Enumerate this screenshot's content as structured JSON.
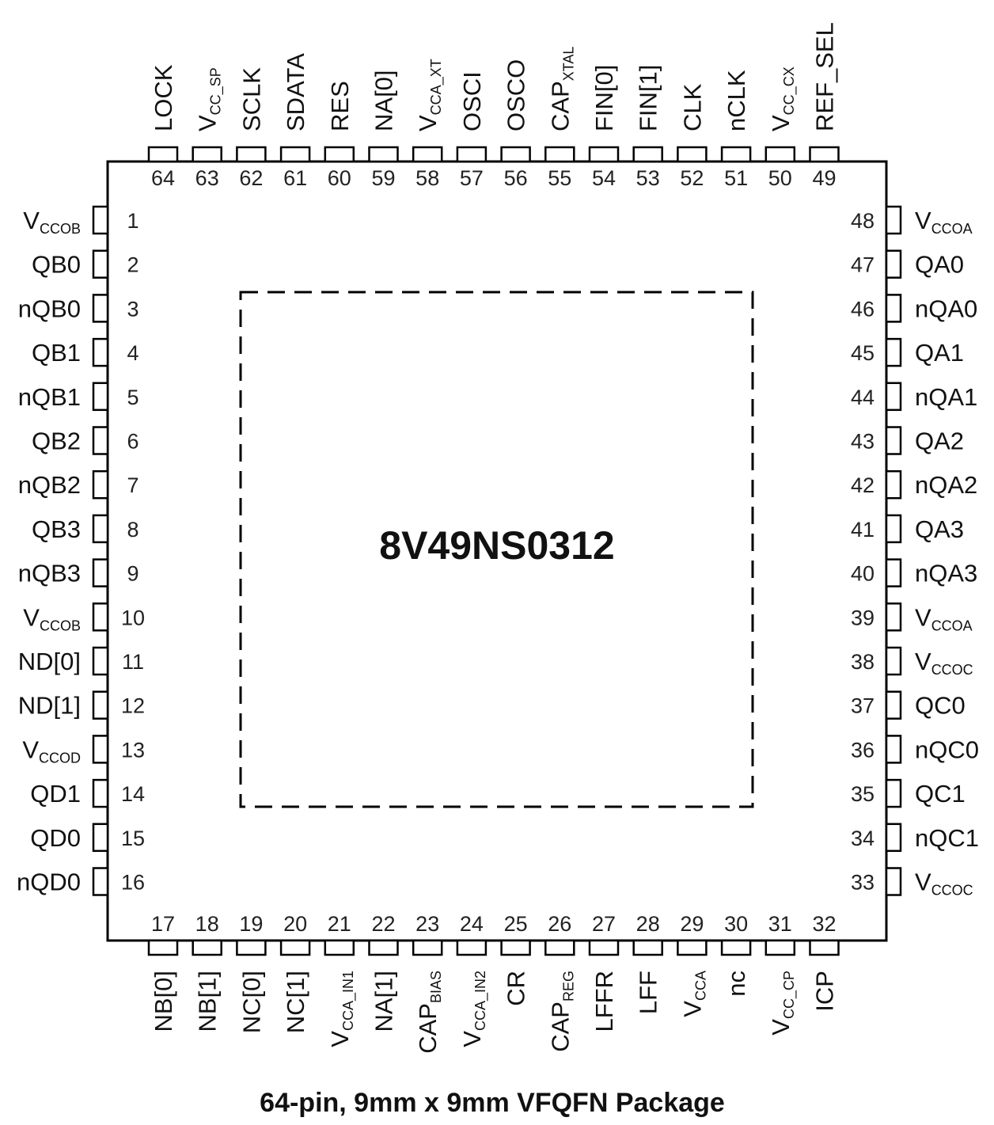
{
  "chip": {
    "name": "8V49NS0312",
    "caption": "64-pin, 9mm x 9mm VFQFN Package"
  },
  "pins": {
    "left": [
      {
        "num": "1",
        "label": "V",
        "sub": "CCOB"
      },
      {
        "num": "2",
        "label": "QB0",
        "sub": ""
      },
      {
        "num": "3",
        "label": "nQB0",
        "sub": ""
      },
      {
        "num": "4",
        "label": "QB1",
        "sub": ""
      },
      {
        "num": "5",
        "label": "nQB1",
        "sub": ""
      },
      {
        "num": "6",
        "label": "QB2",
        "sub": ""
      },
      {
        "num": "7",
        "label": "nQB2",
        "sub": ""
      },
      {
        "num": "8",
        "label": "QB3",
        "sub": ""
      },
      {
        "num": "9",
        "label": "nQB3",
        "sub": ""
      },
      {
        "num": "10",
        "label": "V",
        "sub": "CCOB"
      },
      {
        "num": "11",
        "label": "ND[0]",
        "sub": ""
      },
      {
        "num": "12",
        "label": "ND[1]",
        "sub": ""
      },
      {
        "num": "13",
        "label": "V",
        "sub": "CCOD"
      },
      {
        "num": "14",
        "label": "QD1",
        "sub": ""
      },
      {
        "num": "15",
        "label": "QD0",
        "sub": ""
      },
      {
        "num": "16",
        "label": "nQD0",
        "sub": ""
      }
    ],
    "bottom": [
      {
        "num": "17",
        "label": "NB[0]",
        "sub": ""
      },
      {
        "num": "18",
        "label": "NB[1]",
        "sub": ""
      },
      {
        "num": "19",
        "label": "NC[0]",
        "sub": ""
      },
      {
        "num": "20",
        "label": "NC[1]",
        "sub": ""
      },
      {
        "num": "21",
        "label": "V",
        "sub": "CCA_IN1"
      },
      {
        "num": "22",
        "label": "NA[1]",
        "sub": ""
      },
      {
        "num": "23",
        "label": "CAP",
        "sub": "BIAS"
      },
      {
        "num": "24",
        "label": "V",
        "sub": "CCA_IN2"
      },
      {
        "num": "25",
        "label": "CR",
        "sub": ""
      },
      {
        "num": "26",
        "label": "CAP",
        "sub": "REG"
      },
      {
        "num": "27",
        "label": "LFFR",
        "sub": ""
      },
      {
        "num": "28",
        "label": "LFF",
        "sub": ""
      },
      {
        "num": "29",
        "label": "V",
        "sub": "CCA"
      },
      {
        "num": "30",
        "label": "nc",
        "sub": ""
      },
      {
        "num": "31",
        "label": "V",
        "sub": "CC_CP"
      },
      {
        "num": "32",
        "label": "ICP",
        "sub": ""
      }
    ],
    "right": [
      {
        "num": "48",
        "label": "V",
        "sub": "CCOA"
      },
      {
        "num": "47",
        "label": "QA0",
        "sub": ""
      },
      {
        "num": "46",
        "label": "nQA0",
        "sub": ""
      },
      {
        "num": "45",
        "label": "QA1",
        "sub": ""
      },
      {
        "num": "44",
        "label": "nQA1",
        "sub": ""
      },
      {
        "num": "43",
        "label": "QA2",
        "sub": ""
      },
      {
        "num": "42",
        "label": "nQA2",
        "sub": ""
      },
      {
        "num": "41",
        "label": "QA3",
        "sub": ""
      },
      {
        "num": "40",
        "label": "nQA3",
        "sub": ""
      },
      {
        "num": "39",
        "label": "V",
        "sub": "CCOA"
      },
      {
        "num": "38",
        "label": "V",
        "sub": "CCOC"
      },
      {
        "num": "37",
        "label": "QC0",
        "sub": ""
      },
      {
        "num": "36",
        "label": "nQC0",
        "sub": ""
      },
      {
        "num": "35",
        "label": "QC1",
        "sub": ""
      },
      {
        "num": "34",
        "label": "nQC1",
        "sub": ""
      },
      {
        "num": "33",
        "label": "V",
        "sub": "CCOC"
      }
    ],
    "top": [
      {
        "num": "64",
        "label": "LOCK",
        "sub": ""
      },
      {
        "num": "63",
        "label": "V",
        "sub": "CC_SP"
      },
      {
        "num": "62",
        "label": "SCLK",
        "sub": ""
      },
      {
        "num": "61",
        "label": "SDATA",
        "sub": ""
      },
      {
        "num": "60",
        "label": "RES",
        "sub": ""
      },
      {
        "num": "59",
        "label": "NA[0]",
        "sub": ""
      },
      {
        "num": "58",
        "label": "V",
        "sub": "CCA_XT"
      },
      {
        "num": "57",
        "label": "OSCI",
        "sub": ""
      },
      {
        "num": "56",
        "label": "OSCO",
        "sub": ""
      },
      {
        "num": "55",
        "label": "CAP",
        "sub": "XTAL"
      },
      {
        "num": "54",
        "label": "FIN[0]",
        "sub": ""
      },
      {
        "num": "53",
        "label": "FIN[1]",
        "sub": ""
      },
      {
        "num": "52",
        "label": "CLK",
        "sub": ""
      },
      {
        "num": "51",
        "label": "nCLK",
        "sub": ""
      },
      {
        "num": "50",
        "label": "V",
        "sub": "CC_CX"
      },
      {
        "num": "49",
        "label": "REF_SEL",
        "sub": ""
      }
    ]
  }
}
